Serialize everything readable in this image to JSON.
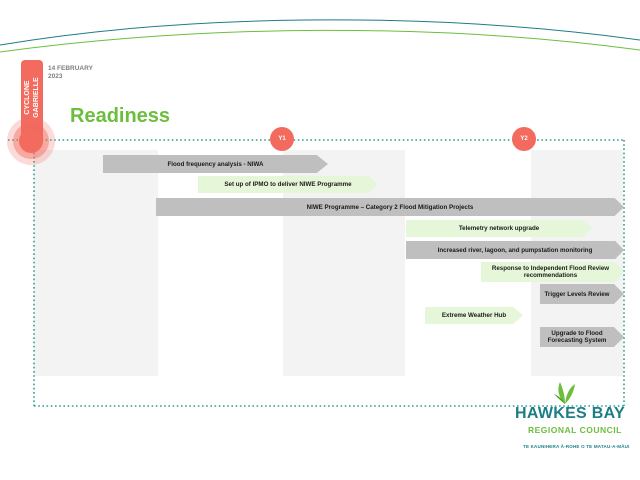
{
  "date": {
    "line1": "14 FEBRUARY",
    "line2": "2023"
  },
  "cyclone": {
    "line1": "CYCLONE",
    "line2": "GABRIELLE"
  },
  "title": "Readiness",
  "markers": {
    "y1": "Y1",
    "y2": "Y2"
  },
  "bars": [
    {
      "label": "Flood frequency analysis - NIWA"
    },
    {
      "label": "Set up of IPMO to deliver NIWE Programme"
    },
    {
      "label": "NIWE Programme – Category 2 Flood Mitigation Projects"
    },
    {
      "label": "Telemetry network upgrade"
    },
    {
      "label": "Increased river, lagoon, and pumpstation monitoring"
    },
    {
      "label": "Response to Independent Flood Review recommendations"
    },
    {
      "label": "Trigger Levels Review"
    },
    {
      "label": "Extreme Weather Hub"
    },
    {
      "label": "Upgrade to Flood Forecasting System"
    }
  ],
  "logo": {
    "main": "HAWKES BAY",
    "sub": "REGIONAL COUNCIL",
    "tagline": "TE KAUNIHERA Ā-ROHE O TE MATAU-A-MĀUI"
  },
  "colors": {
    "accent_red": "#f26b5e",
    "green": "#6dbe3d",
    "teal": "#1d7d86",
    "bar_gray": "#bfbfbf",
    "bar_green": "#e6f7d9"
  }
}
